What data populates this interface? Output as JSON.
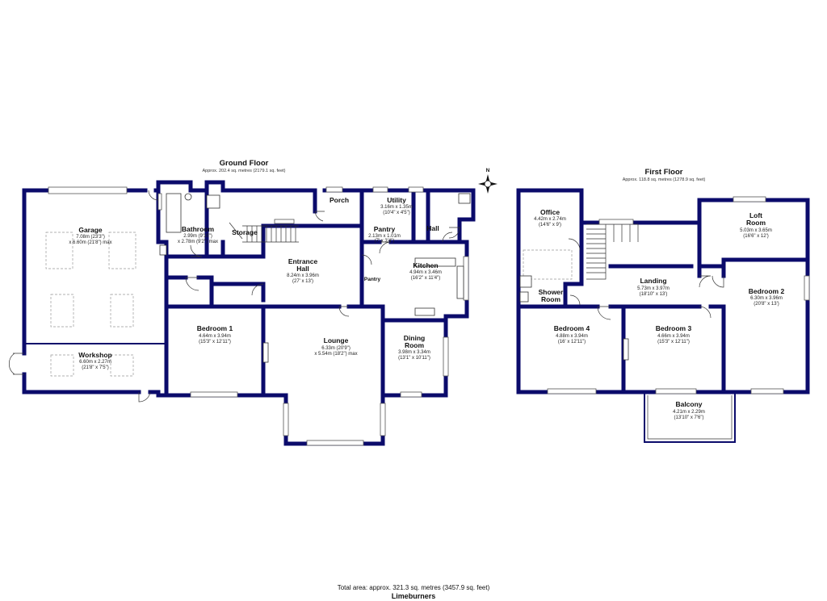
{
  "ground_floor": {
    "title": "Ground Floor",
    "area": "Approx. 202.4 sq. metres (2179.1 sq. feet)",
    "rooms": [
      {
        "id": "garage",
        "name": "Garage",
        "dims": [
          "7.08m (23'3\")",
          "x 6.60m (21'8\") max"
        ]
      },
      {
        "id": "workshop",
        "name": "Workshop",
        "dims": [
          "6.60m x 2.27m",
          "(21'8\" x 7'5\")"
        ]
      },
      {
        "id": "bathroom",
        "name": "Bathroom",
        "dims": [
          "2.99m (9'10\")",
          "x 2.78m (9'2\") max"
        ]
      },
      {
        "id": "storage",
        "name": "Storage",
        "dims": []
      },
      {
        "id": "porch",
        "name": "Porch",
        "dims": []
      },
      {
        "id": "utility",
        "name": "Utility",
        "dims": [
          "3.16m x 1.35m",
          "(10'4\" x 4'5\")"
        ]
      },
      {
        "id": "pantry",
        "name": "Pantry",
        "dims": [
          "2.13m x 1.01m",
          "(7' x 3'4\")"
        ]
      },
      {
        "id": "hall",
        "name": "Hall",
        "dims": []
      },
      {
        "id": "entrance",
        "name": "Entrance Hall",
        "dims": [
          "8.24m x 3.96m",
          "(27' x 13')"
        ]
      },
      {
        "id": "kitchen",
        "name": "Kitchen",
        "dims": [
          "4.94m x 3.46m",
          "(16'2\" x 11'4\")"
        ]
      },
      {
        "id": "pantry_label",
        "name": "Pantry",
        "dims": []
      },
      {
        "id": "bedroom1",
        "name": "Bedroom 1",
        "dims": [
          "4.64m x 3.94m",
          "(15'3\" x 12'11\")"
        ]
      },
      {
        "id": "lounge",
        "name": "Lounge",
        "dims": [
          "6.33m (20'9\")",
          "x 5.54m (18'2\") max"
        ]
      },
      {
        "id": "dining",
        "name": "Dining Room",
        "dims": [
          "3.98m x 3.34m",
          "(13'1\" x 10'11\")"
        ]
      }
    ]
  },
  "first_floor": {
    "title": "First Floor",
    "area": "Approx. 118.8 sq. metres (1278.9 sq. feet)",
    "rooms": [
      {
        "id": "office",
        "name": "Office",
        "dims": [
          "4.42m x 2.74m",
          "(14'6\" x 9')"
        ]
      },
      {
        "id": "loft",
        "name": "Loft Room",
        "dims": [
          "5.03m x 3.65m",
          "(16'6\" x 12')"
        ]
      },
      {
        "id": "landing",
        "name": "Landing",
        "dims": [
          "5.73m x 3.97m",
          "(18'10\" x 13')"
        ]
      },
      {
        "id": "shower",
        "name": "Shower Room",
        "dims": []
      },
      {
        "id": "bedroom2",
        "name": "Bedroom 2",
        "dims": [
          "6.30m x 3.96m",
          "(20'8\" x 13')"
        ]
      },
      {
        "id": "bedroom4",
        "name": "Bedroom 4",
        "dims": [
          "4.88m x 3.94m",
          "(16' x 12'11\")"
        ]
      },
      {
        "id": "bedroom3",
        "name": "Bedroom 3",
        "dims": [
          "4.66m x 3.94m",
          "(15'3\" x 12'11\")"
        ]
      },
      {
        "id": "balcony",
        "name": "Balcony",
        "dims": [
          "4.21m x 2.29m",
          "(13'10\" x 7'6\")"
        ]
      }
    ]
  },
  "compass": {
    "label": "N"
  },
  "footer": {
    "total": "Total area: approx. 321.3 sq. metres (3457.9 sq. feet)",
    "property": "Limeburners"
  },
  "colors": {
    "wall": "#0b0b6b"
  }
}
